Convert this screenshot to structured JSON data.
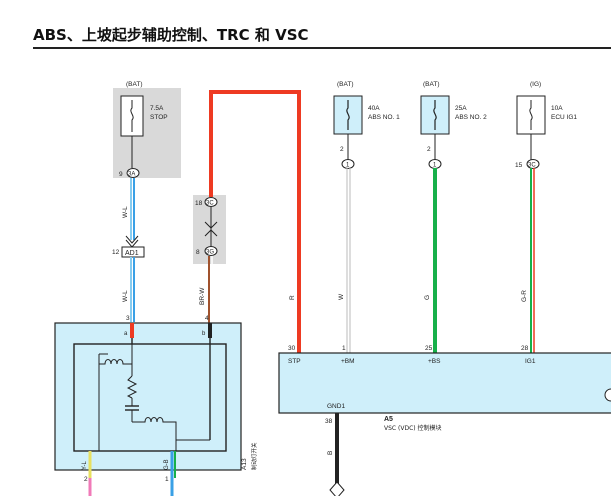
{
  "title": "ABS、上坡起步辅助控制、TRC 和 VSC",
  "colors": {
    "red": "#ee3a22",
    "green": "#17b04a",
    "blue": "#3aa0e6",
    "lightblue": "#88ccf0",
    "brown": "#a0522d",
    "pink": "#f07ab8",
    "yellow": "#e8e060",
    "gray_box": "#d9d9d9",
    "module_fill": "#cfeffa"
  },
  "fuses": [
    {
      "source": "(BAT)",
      "rating": "7.5A",
      "name": "STOP",
      "pin": "9",
      "connector": "3A"
    },
    {
      "source": "(BAT)",
      "rating": "40A",
      "name": "ABS NO. 1",
      "pin": "2",
      "connector": "1"
    },
    {
      "source": "(BAT)",
      "rating": "25A",
      "name": "ABS NO. 2",
      "pin": "2",
      "connector": "1"
    },
    {
      "source": "(IG)",
      "rating": "10A",
      "name": "ECU IG1",
      "pin": "15",
      "connector": "3C"
    }
  ],
  "connectors": {
    "c_3c_pin": "18",
    "c_3c_label": "3C",
    "c_3g_pin": "8",
    "c_3g_label": "3G",
    "ad1_pin": "12",
    "ad1_label": "AD1"
  },
  "wires": {
    "stop_upper": "W-L",
    "stop_lower": "W-L",
    "br_w": "BR-W",
    "r": "R",
    "w": "W",
    "g": "G",
    "g_r": "G-R",
    "b": "B",
    "y_l": "Y-L",
    "g_b": "G-B"
  },
  "left_module": {
    "pin3": "3",
    "pin4": "4",
    "pin_left": "2",
    "pin_right": "1",
    "code": "A13",
    "label": "制动灯开关",
    "term_a": "a",
    "term_b": "b"
  },
  "ecu": {
    "pins": [
      {
        "num": "30",
        "name": "STP"
      },
      {
        "num": "1",
        "name": "+BM"
      },
      {
        "num": "25",
        "name": "+BS"
      },
      {
        "num": "28",
        "name": "IG1"
      }
    ],
    "gnd_name": "GND1",
    "gnd_pin": "38",
    "code": "A5",
    "label": "VSC (VDC) 控制模块"
  }
}
